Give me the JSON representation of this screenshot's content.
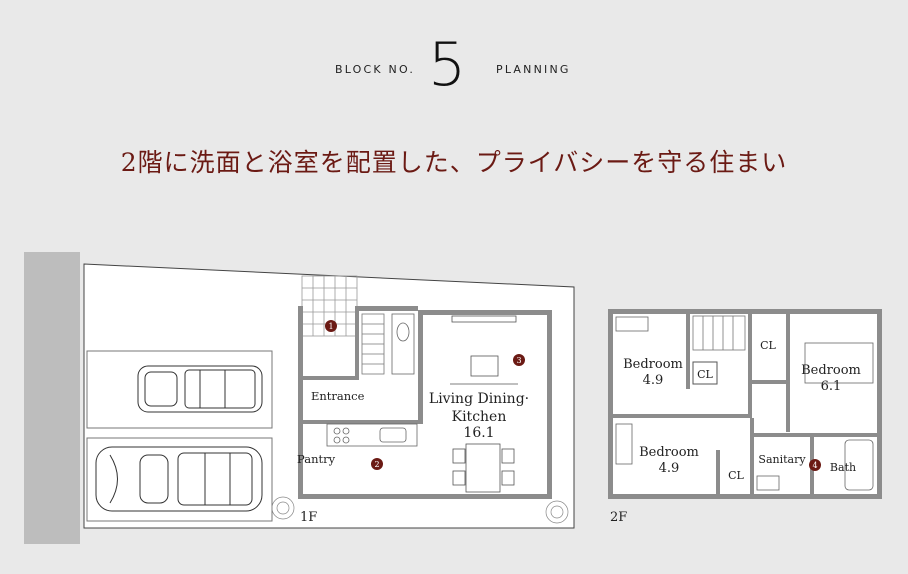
{
  "header": {
    "block_label": "BLOCK NO.",
    "block_number": "5",
    "planning_label": "PLANNING"
  },
  "headline": "2階に洗面と浴室を配置した、プライバシーを守る住まい",
  "colors": {
    "accent": "#6b1a14",
    "wall": "#8c8c8c",
    "background": "#e9e9e9"
  },
  "floor1": {
    "label": "1F",
    "rooms": {
      "entrance": "Entrance",
      "pantry": "Pantry",
      "ldk_line1": "Living Dining·",
      "ldk_line2": "Kitchen",
      "ldk_size": "16.1"
    },
    "markers": [
      "1",
      "2",
      "3"
    ]
  },
  "floor2": {
    "label": "2F",
    "rooms": {
      "bedroom_a": "Bedroom",
      "bedroom_a_size": "4.9",
      "closet_a": "CL",
      "closet_b": "CL",
      "bedroom_b": "Bedroom",
      "bedroom_b_size": "6.1",
      "bedroom_c": "Bedroom",
      "bedroom_c_size": "4.9",
      "closet_c": "CL",
      "sanitary": "Sanitary",
      "bath": "Bath"
    },
    "markers": [
      "4"
    ]
  }
}
